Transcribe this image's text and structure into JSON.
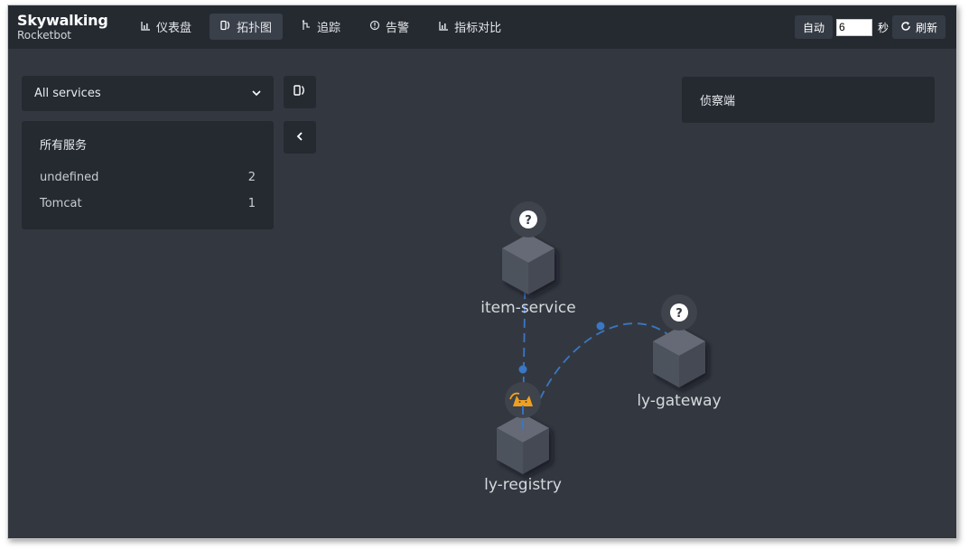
{
  "logo": {
    "main": "Skywalking",
    "sub": "Rocketbot"
  },
  "nav": [
    {
      "label": "仪表盘",
      "icon": "chart-icon",
      "active": false
    },
    {
      "label": "拓扑图",
      "icon": "topology-icon",
      "active": true
    },
    {
      "label": "追踪",
      "icon": "trace-icon",
      "active": false
    },
    {
      "label": "告警",
      "icon": "alarm-icon",
      "active": false
    },
    {
      "label": "指标对比",
      "icon": "chart-icon",
      "active": false
    }
  ],
  "controls": {
    "auto_label": "自动",
    "interval_value": "6",
    "unit_label": "秒",
    "refresh_label": "刷新"
  },
  "service_select": {
    "value": "All services"
  },
  "service_panel": {
    "title": "所有服务",
    "rows": [
      {
        "name": "undefined",
        "count": "2"
      },
      {
        "name": "Tomcat",
        "count": "1"
      }
    ]
  },
  "observer_panel": {
    "label": "侦察端"
  },
  "topology": {
    "nodes": [
      {
        "id": "item-service",
        "label": "item-service",
        "type": "unknown"
      },
      {
        "id": "ly-gateway",
        "label": "ly-gateway",
        "type": "unknown"
      },
      {
        "id": "ly-registry",
        "label": "ly-registry",
        "type": "tomcat"
      }
    ],
    "edges": [
      {
        "from": "item-service",
        "to": "ly-registry"
      },
      {
        "from": "ly-gateway",
        "to": "ly-registry"
      }
    ],
    "colors": {
      "edge": "#3a77c4",
      "node_top": "#656b76",
      "node_left": "#4e535d",
      "node_right": "#444953",
      "tomcat": "#f0a020"
    }
  }
}
